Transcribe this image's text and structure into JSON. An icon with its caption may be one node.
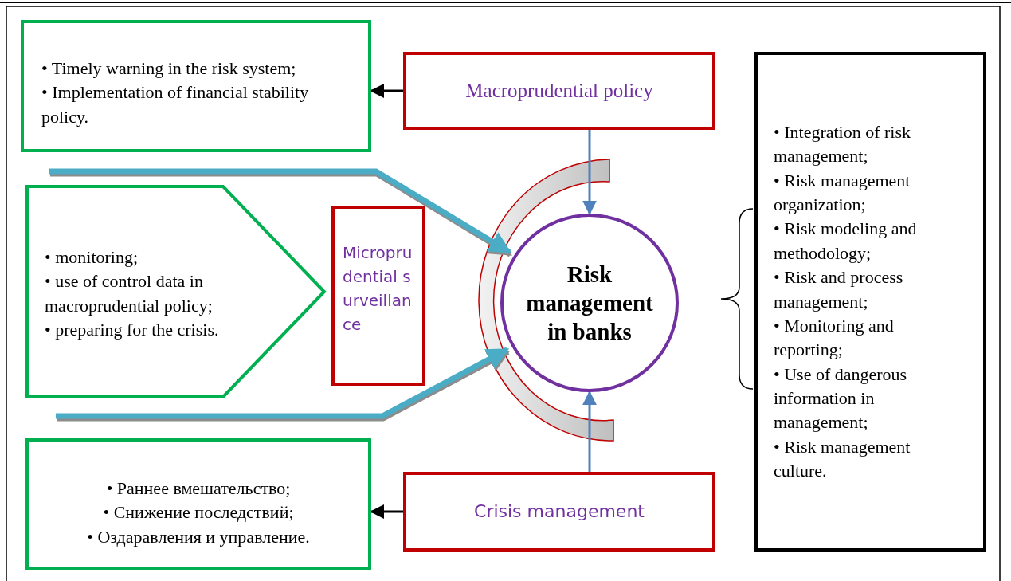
{
  "diagram": {
    "nodes": [
      {
        "text": [
          "• Timely warning in the risk system;",
          "• Implementation of financial stability policy."
        ]
      },
      {
        "text": [
          "Macroprudential policy"
        ]
      },
      {
        "text": [
          "• monitoring;",
          "• use of control data in macroprudential policy;",
          "• preparing for the crisis."
        ]
      },
      {
        "text": [
          "Microprudential surveillance"
        ]
      },
      {
        "text": [
          "Risk management in banks"
        ]
      },
      {
        "text": [
          "• Integration of risk management;",
          "• Risk management organization;",
          "• Risk modeling and methodology;",
          "• Risk and process management;",
          "• Monitoring and reporting;",
          "• Use of dangerous information in management;",
          "• Risk management culture."
        ]
      },
      {
        "text": [
          "• Раннее вмешательство;",
          "• Снижение последствий;",
          "• Оздаравления и управление."
        ]
      },
      {
        "text": [
          "Crisis management"
        ]
      }
    ],
    "edges": [
      {
        "from": 1,
        "to": 0,
        "arrow": "to"
      },
      {
        "from": 1,
        "to": 4,
        "arrow": "to",
        "color": "#4f81bd"
      },
      {
        "from": null,
        "to": 4,
        "arrow": "to",
        "style": "thick",
        "color": "#4bacc6"
      },
      {
        "from": null,
        "to": 4,
        "arrow": "to",
        "style": "thick",
        "color": "#4bacc6"
      },
      {
        "from": 7,
        "to": 4,
        "arrow": "to",
        "color": "#4f81bd"
      },
      {
        "from": 7,
        "to": 6,
        "arrow": "to"
      }
    ]
  }
}
